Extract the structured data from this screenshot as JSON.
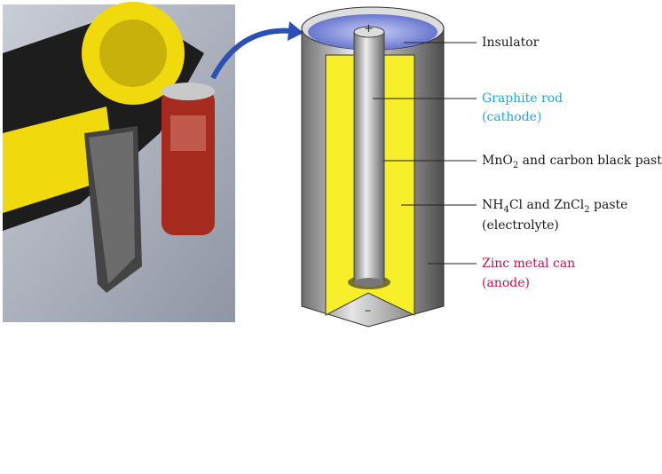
{
  "photo": {
    "description_icon": "flashlight-battery-photo"
  },
  "cell": {
    "plus_sign": "+",
    "minus_sign": "–"
  },
  "labels": {
    "insulator": "Insulator",
    "graphite_line1": "Graphite rod",
    "graphite_line2": "(cathode)",
    "mno2_prefix": "MnO",
    "mno2_sub": "2",
    "mno2_suffix": " and carbon black paste",
    "nh4_prefix": "NH",
    "nh4_sub": "4",
    "nh4_mid": "Cl and ZnCl",
    "nh4_sub2": "2",
    "nh4_suffix": " paste",
    "electrolyte": "(electrolyte)",
    "zinc_line1": "Zinc metal can",
    "zinc_line2": "(anode)"
  },
  "colors": {
    "cathode": "#2aa3d6",
    "anode": "#c4124e",
    "paste": "#f7ef2a",
    "insulator": "#7a86d8"
  }
}
